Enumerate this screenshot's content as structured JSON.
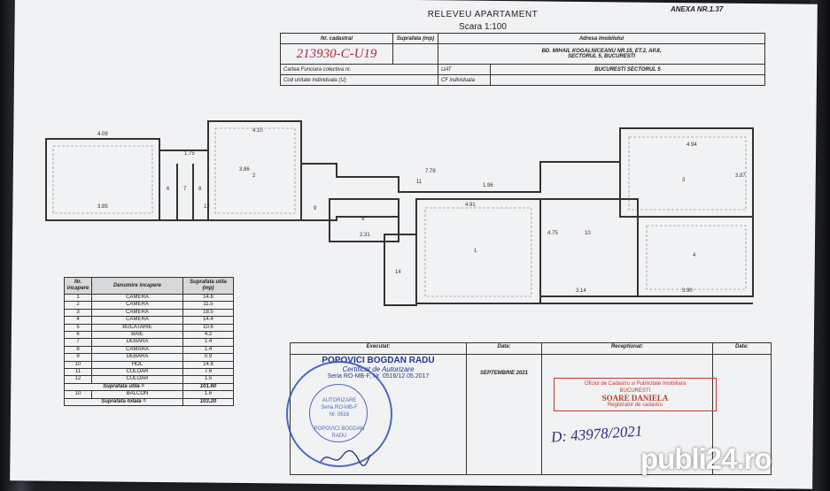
{
  "document": {
    "title": "RELEVEU APARTAMENT",
    "scale": "Scara 1:100",
    "annex": "ANEXA NR.1.37"
  },
  "header_table": {
    "col_cadastral": "Nr. cadastral",
    "col_area": "Suprafata (mp)",
    "col_address": "Adresa imobilului",
    "cadastral_value": "213930-C-U19",
    "address_line1": "BD. MIHAIL KOGALNICEANU NR.15, ET.2, AP.8,",
    "address_line2": "SECTORUL 5, BUCURESTI",
    "cf_label": "Cartea Funciara colectiva nr.",
    "uat_label": "UAT",
    "uat_value": "BUCURESTI SECTORUL 5",
    "unit_label": "Cod unitate individuala (U)",
    "cf_indiv_label": "CF individuala"
  },
  "plan_labels": {
    "dims": [
      "4.09",
      "4.10",
      "4.94",
      "7.78",
      "4.91",
      "3.86",
      "3.85",
      "2.31",
      "3.87",
      "4.75",
      "3.14",
      "3.90",
      "1.75",
      "1.96"
    ],
    "rooms": [
      "1",
      "2",
      "3",
      "4",
      "5",
      "6",
      "7",
      "8",
      "9",
      "10",
      "11",
      "12",
      "14"
    ]
  },
  "rooms_table": {
    "headers": [
      "Nr. incapere",
      "Denumire incapere",
      "Suprafata utila (mp)"
    ],
    "rows": [
      [
        "1",
        "CAMERA",
        "14.8"
      ],
      [
        "2",
        "CAMERA",
        "11.5"
      ],
      [
        "3",
        "CAMERA",
        "18.5"
      ],
      [
        "4",
        "CAMERA",
        "14.4"
      ],
      [
        "5",
        "BUCATARIE",
        "10.6"
      ],
      [
        "6",
        "BAIE",
        "4.2"
      ],
      [
        "7",
        "DEBARA",
        "1.4"
      ],
      [
        "8",
        "CAMARA",
        "1.4"
      ],
      [
        "9",
        "DEBARA",
        "0.9"
      ],
      [
        "10",
        "HOL",
        "14.8"
      ],
      [
        "11",
        "CULOAR",
        "7.6"
      ],
      [
        "12",
        "CULOAR",
        "1.5"
      ]
    ],
    "useful_label": "Suprafata utila =",
    "useful_value": "101.60",
    "balcony": [
      "10",
      "BALCON",
      "1.6"
    ],
    "total_label": "Suprafata totala =",
    "total_value": "103.20"
  },
  "signature_table": {
    "executed": "Executat:",
    "date_label": "Data:",
    "received": "Receptionat:",
    "date_label2": "Data:",
    "surveyor": "POPOVICI BOGDAN RADU",
    "cert": "Certificat de Autorizare",
    "serie": "Seria RO-MB-F, Nr. 0516/12.05.2017",
    "date_value": "SEPTEMBRIE 2021",
    "stamp_lines": [
      "AUTORIZARE",
      "Seria RO-MB-F",
      "Nr. 0516",
      "POPOVICI BOGDAN",
      "RADU"
    ],
    "office_line1": "Oficiul de Cadastru si Publicitate Imobiliara",
    "office_line2": "BUCURESTI",
    "office_name": "SOARE DANIELA",
    "office_line3": "Registrator de cadastru",
    "handwritten": "D: 43978/2021"
  },
  "watermark": "publi24.ro"
}
